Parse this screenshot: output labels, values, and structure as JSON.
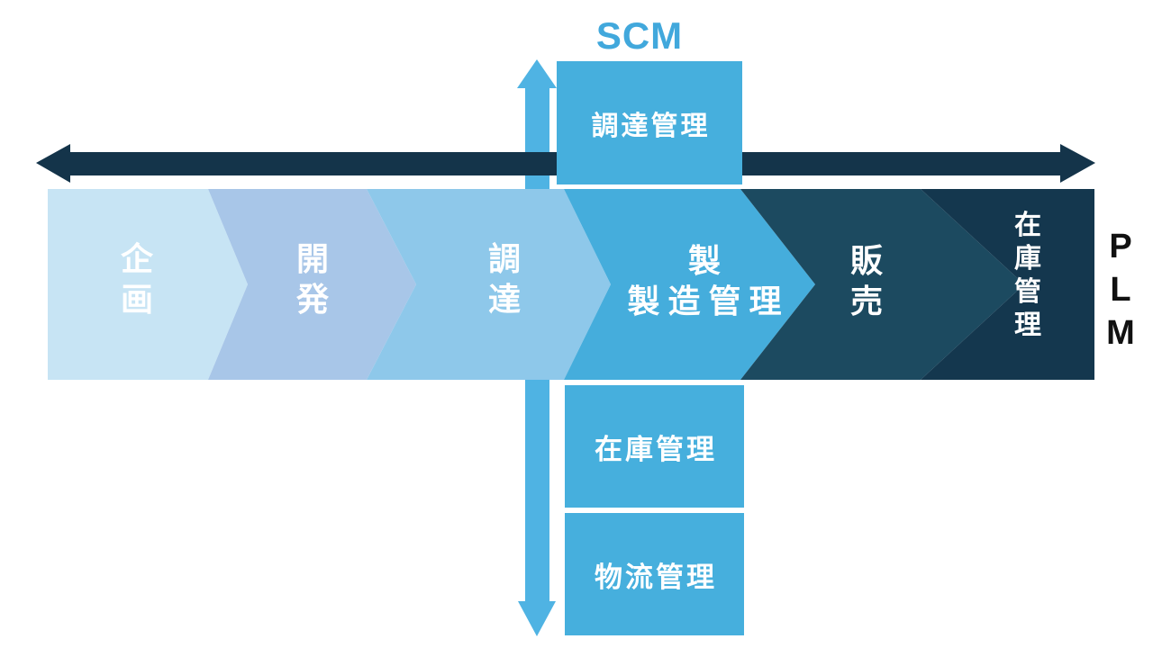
{
  "scm": {
    "title": "SCM",
    "top_box": "調達管理",
    "bottom_box_1": "在庫管理",
    "bottom_box_2": "物流管理"
  },
  "plm": {
    "title": "PLM",
    "chars": [
      "P",
      "L",
      "M"
    ]
  },
  "process": [
    {
      "name": "planning",
      "label": "企画",
      "lines": [
        "企",
        "画"
      ],
      "color": "#C7E4F4"
    },
    {
      "name": "development",
      "label": "開発",
      "lines": [
        "開",
        "発"
      ],
      "color": "#A8C6E8"
    },
    {
      "name": "procurement",
      "label": "調達",
      "lines": [
        "調",
        "達"
      ],
      "color": "#8EC8EA"
    },
    {
      "name": "manufacturing",
      "label": "製造管理",
      "lines": [
        "製",
        "製造管理"
      ],
      "color": "#45ADDC"
    },
    {
      "name": "sales",
      "label": "販売",
      "lines": [
        "販",
        "売"
      ],
      "color": "#1C4A60"
    },
    {
      "name": "inventory",
      "label": "在庫管理",
      "lines": [
        "在",
        "庫",
        "管",
        "理"
      ],
      "color": "#14374E"
    }
  ],
  "colors": {
    "background": "#FFFFFF",
    "scm_title": "#41A8DC",
    "plm_title": "#111111",
    "vertical_arrow": "#4FB3E3",
    "horizontal_arrow": "#14344A",
    "scm_box": "#46AFDD",
    "label_text": "#FFFFFF"
  }
}
